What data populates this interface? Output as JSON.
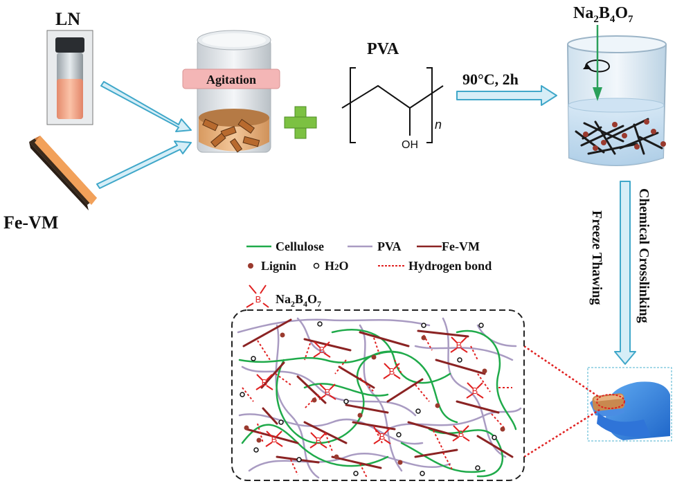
{
  "labels": {
    "ln": "LN",
    "fe_vm": "Fe-VM",
    "agitation": "Agitation",
    "pva": "PVA",
    "oh": "OH",
    "n_sub": "n",
    "condition": "90°C, 2h",
    "borax_top": {
      "na": "Na",
      "na_n": "2",
      "b": "B",
      "b_n": "4",
      "o": "O",
      "o_n": "7"
    },
    "chemical_crosslinking": "Chemical Crosslinking",
    "freeze_thawing": "Freeze Thawing",
    "b_atom": "B"
  },
  "legend": {
    "cellulose": "Cellulose",
    "pva": "PVA",
    "fe_vm": "Fe-VM",
    "lignin": "Lignin",
    "h2o": "H",
    "h2o_sub": "2",
    "h2o_o": "O",
    "hydrogen_bond": "Hydrogen bond",
    "borax": {
      "na": "Na",
      "na_n": "2",
      "b": "B",
      "b_n": "4",
      "o": "O",
      "o_n": "7"
    }
  },
  "colors": {
    "arrow_fill": "#d6eef7",
    "arrow_stroke": "#3fa7c9",
    "cellulose": "#1faa4a",
    "pva": "#a99bc2",
    "fe_vm": "#8b2323",
    "lignin": "#9a3a2e",
    "hbond": "#e02020",
    "borax": "#e02020",
    "plus": "#7cc142",
    "fevm_block": "#f2a15a"
  },
  "icons": {
    "vial": "vial-photo",
    "beaker": "beaker-icon",
    "container": "container-icon",
    "plus": "plus-icon",
    "hand": "hand-photo"
  }
}
